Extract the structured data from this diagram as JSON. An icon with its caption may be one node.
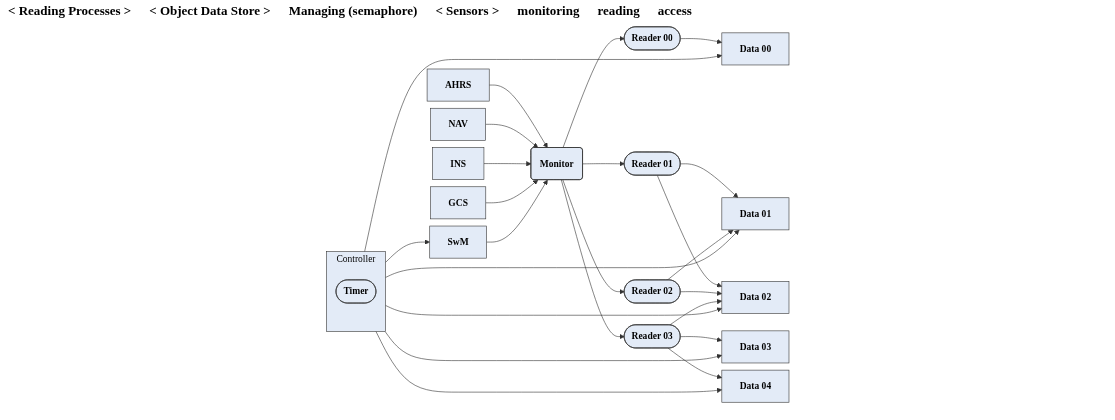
{
  "diagram": {
    "nodes": [
      {
        "text": [
          "Controller"
        ]
      },
      {
        "text": [
          "Timer"
        ],
        "in": 0
      },
      {
        "text": [
          "Data 00"
        ]
      },
      {
        "text": [
          "Data 01"
        ]
      },
      {
        "text": [
          "Data 02"
        ]
      },
      {
        "text": [
          "Data 03"
        ]
      },
      {
        "text": [
          "Data 04"
        ]
      },
      {
        "text": [
          "Reader 00"
        ]
      },
      {
        "text": [
          "Reader 01"
        ]
      },
      {
        "text": [
          "Reader 02"
        ]
      },
      {
        "text": [
          "Reader 03"
        ]
      },
      {
        "text": [
          "Monitor"
        ]
      },
      {
        "text": [
          "AHRS"
        ]
      },
      {
        "text": [
          "NAV"
        ]
      },
      {
        "text": [
          "INS"
        ]
      },
      {
        "text": [
          "GCS"
        ]
      },
      {
        "text": [
          "SwM"
        ]
      }
    ],
    "edges": [
      {
        "from": 0,
        "to": 2,
        "arrow": "to"
      },
      {
        "from": 0,
        "to": 3,
        "arrow": "to"
      },
      {
        "from": 0,
        "to": 4,
        "arrow": "to"
      },
      {
        "from": 0,
        "to": 5,
        "arrow": "to"
      },
      {
        "from": 0,
        "to": 6,
        "arrow": "to"
      },
      {
        "from": 7,
        "to": 2,
        "arrow": "to"
      },
      {
        "from": 8,
        "to": 3,
        "arrow": "to"
      },
      {
        "from": 8,
        "to": 4,
        "arrow": "to"
      },
      {
        "from": 9,
        "to": 3,
        "arrow": "to"
      },
      {
        "from": 9,
        "to": 4,
        "arrow": "to"
      },
      {
        "from": 10,
        "to": 4,
        "arrow": "to"
      },
      {
        "from": 10,
        "to": 5,
        "arrow": "to"
      },
      {
        "from": 10,
        "to": 6,
        "arrow": "to"
      },
      {
        "from": 11,
        "to": 7,
        "arrow": "to"
      },
      {
        "from": 11,
        "to": 8,
        "arrow": "to"
      },
      {
        "from": 11,
        "to": 9,
        "arrow": "to"
      },
      {
        "from": 11,
        "to": 10,
        "arrow": "to"
      },
      {
        "from": 12,
        "to": 11,
        "arrow": "to"
      },
      {
        "from": 13,
        "to": 11,
        "arrow": "to"
      },
      {
        "from": 14,
        "to": 11,
        "arrow": "to"
      },
      {
        "from": 15,
        "to": 11,
        "arrow": "to"
      },
      {
        "from": 16,
        "to": 11,
        "arrow": "to"
      },
      {
        "from": 0,
        "to": 16,
        "arrow": "to"
      }
    ],
    "labels": [
      "< Reading Processes >",
      "< Object Data Store >",
      "Managing (semaphore)",
      "< Sensors >",
      "monitoring",
      "reading",
      "access"
    ]
  }
}
